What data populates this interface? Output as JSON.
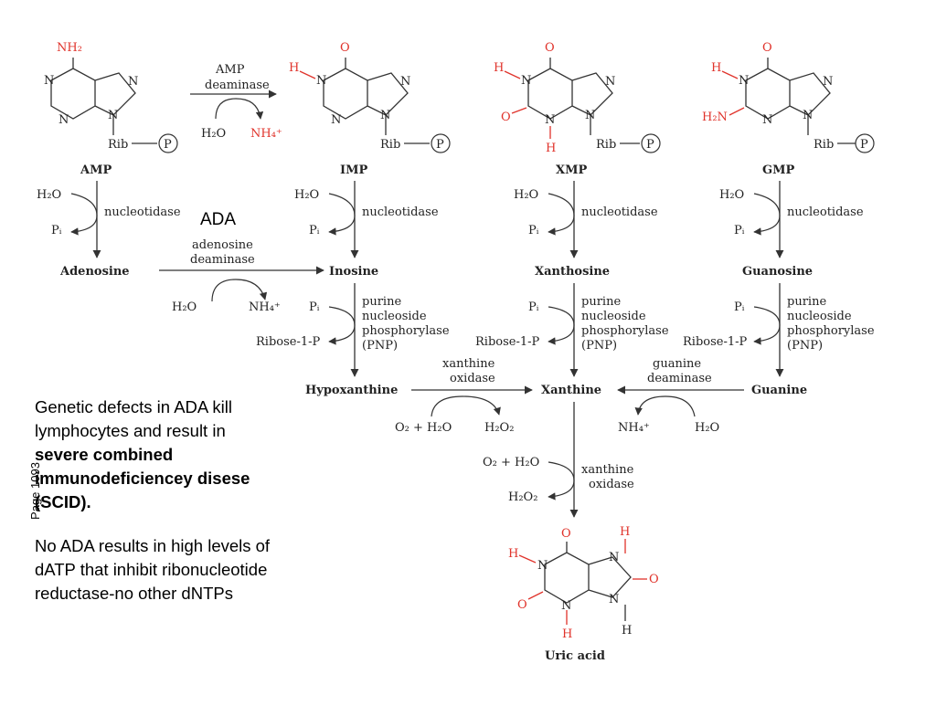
{
  "colors": {
    "highlight": "#e0332b",
    "text": "#222222"
  },
  "ada_label": "ADA",
  "page_ref": "Page 1093",
  "note_1": {
    "line_1": "Genetic defects in ADA kill",
    "line_2": "lymphocytes and result in",
    "line_3": "severe combined",
    "line_4": "immunodeficiencey disese",
    "line_5": "(SCID)."
  },
  "note_2": {
    "line_1": "No ADA results in high levels of",
    "line_2": "dATP that inhibit ribonucleotide",
    "line_3": "reductase-no other dNTPs"
  },
  "nucleotides": [
    {
      "key": "amp",
      "name": "AMP"
    },
    {
      "key": "imp",
      "name": "IMP"
    },
    {
      "key": "xmp",
      "name": "XMP"
    },
    {
      "key": "gmp",
      "name": "GMP"
    }
  ],
  "nucleosides": [
    "Adenosine",
    "Inosine",
    "Xanthosine",
    "Guanosine"
  ],
  "bases": {
    "hypoxanthine": "Hypoxanthine",
    "xanthine": "Xanthine",
    "guanine": "Guanine",
    "uric_acid": "Uric acid"
  },
  "enzymes": {
    "amp_deaminase": [
      "AMP",
      "deaminase"
    ],
    "nucleotidase": "nucleotidase",
    "adenosine_deaminase": [
      "adenosine",
      "deaminase"
    ],
    "pnp": [
      "purine",
      "nucleoside",
      "phosphorylase",
      "(PNP)"
    ],
    "xanthine_oxidase": [
      "xanthine",
      "oxidase"
    ],
    "guanine_deaminase": [
      "guanine",
      "deaminase"
    ]
  },
  "species": {
    "water": "H₂O",
    "pi": "Pᵢ",
    "ammonium": "NH₄⁺",
    "ribose_1_p": "Ribose-1-P",
    "o2_water": "O₂ + H₂O",
    "h2o2": "H₂O₂"
  },
  "atoms": {
    "nh2": "NH₂",
    "h2n": "H₂N",
    "n": "N",
    "o": "O",
    "h": "H",
    "rib": "Rib",
    "p": "P"
  }
}
